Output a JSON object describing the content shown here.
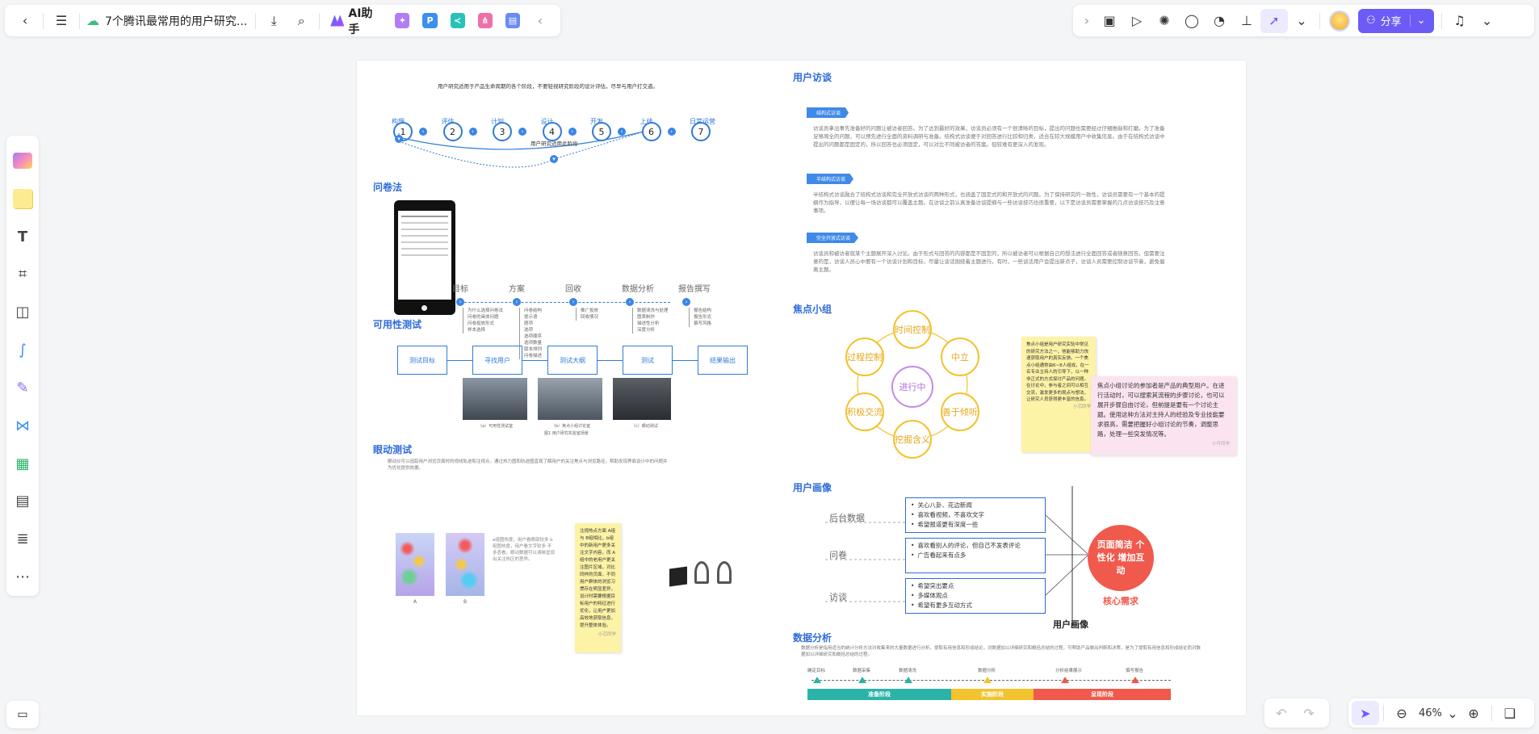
{
  "toolbar": {
    "doc_title": "7个腾讯最常用的用户研究...",
    "ai_label": "AI助手",
    "share_label": "分享",
    "zoom": "46%"
  },
  "page": {
    "intro": "用户研究适用于产品生命周期的各个阶段，不要轻视研究阶段的设计评估，尽早与用户打交道。",
    "process": {
      "steps": [
        "1",
        "2",
        "3",
        "4",
        "5",
        "6",
        "7"
      ],
      "labels": [
        "构想",
        "评估",
        "计划",
        "设计",
        "开发",
        "上线",
        "日常运营"
      ],
      "caption": "用户研究适用此阶段"
    },
    "questionnaire": {
      "title": "问卷法",
      "stages": [
        "目标",
        "方案",
        "回收",
        "数据分析",
        "报告撰写"
      ],
      "items": [
        [
          "为什么选择问卷法",
          "问卷的具体问题",
          "问卷投放形式",
          "样本选择"
        ],
        [
          "问卷结构",
          "提示语",
          "题项",
          "选项",
          "选项顺序",
          "选项数量",
          "版本排列",
          "问卷描述"
        ],
        [
          "推广投放",
          "回收情况"
        ],
        [
          "数据清洗与处理",
          "图表制作",
          "描述性分析",
          "深度分析"
        ],
        [
          "报告结构",
          "报告形式",
          "撰写风格"
        ]
      ]
    },
    "usability": {
      "title": "可用性测试",
      "steps": [
        "测试目标",
        "寻找用户",
        "测试大纲",
        "测试",
        "结果输出"
      ],
      "photo_captions": [
        "（a）可用性测试室",
        "（b）焦点小组讨论室",
        "（c）眼动测试"
      ],
      "figure_caption": "图1 用户研究实验室场景"
    },
    "eyetracking": {
      "title": "眼动测试",
      "desc": "眼动仪可以追踪用户浏览页面时的视线轨迹和注视点，通过热力图和轨迹图直观了解用户的关注焦点与浏览路径，帮助发现界面设计中的问题并为优化提供依据。",
      "side_text": "a组图热度，用户看眼部较多 b组图热度，用户看文字较多 不多查看，眼动数据可以清晰呈现出关注热区的差异。",
      "labels": [
        "A",
        "B"
      ],
      "note": "注视热点方面 A组与 B组相比，b组中的新用户更多关注文字内容，而 A组中的老用户更关注图片区域，对比同样的页面，不同用户群体的浏览习惯存在明显差异，设计时需要根据目标用户的特征进行优化，让用户更加高效地获取信息，提升整体体验。",
      "note_author": "小芯同学"
    },
    "interview": {
      "title": "用户访谈",
      "tags": [
        "结构式访谈",
        "半结构式访谈",
        "完全开放式访谈"
      ],
      "paras": [
        "访谈员拿出事先准备好的问题让被访者回答。为了达到最好的效果，访谈员必须有一个很清晰的目标，提出的问题也需要经过仔细推敲和打磨。为了准备足够周全的问题，可以预先进行全面的资料调研与准备。结构式访谈便于对回答进行比较和归类，适合在较大规模用户中收集信息。由于在结构式访谈中提出的问题都是固定的，所以回答也必须固定，可以对比不同被访者的答案。但较难有更深入的发现。",
        "半结构式访谈融合了结构式访谈和完全开放式访谈的两种形式，也涵盖了固定式的和开放式的问题。为了保持研究的一致性，访谈员需要有一个基本的提纲作为指导，以便让每一场访谈都可以覆盖主题。在访谈之前认真准备访谈提纲与一些访谈技巧也很重要，以下是访谈员需要掌握的几点访谈技巧及注意事项。",
        "访谈员和被访者就某个主题展开深入讨论。由于形式与回答的内容都是不固定的，所以被访者可以根据自己的想法进行全面回答或者随意回答。但需要注意的是，访谈人员心中要有一个访谈计划和目标，尽量让谈话围绕着主题进行。有时，一些谈话用户会提出新点子，访谈人员需要控制访谈节奏，避免偏离主题。"
      ]
    },
    "focus": {
      "title": "焦点小组",
      "center": "进行中",
      "nodes": [
        "时间控制",
        "中立",
        "善于倾听",
        "挖掘含义",
        "积极交流",
        "过程控制"
      ],
      "note_y": "焦点小组是用户研究实验中常见的研究方法之一，他能够助力快速获取用户的真实反馈。一个焦点小组通常由6~8人组成，在一名专业主持人的引导下，以一种非正式的方式探讨产品的问题。在讨论中，参与者之间可以相互交流，激发更多的观点与想法，让研究人员获得更丰富的信息。",
      "note_y_author": "小芯同学",
      "note_p": "焦点小组讨论的参加者是产品的典型用户。在进行活动时，可以搜索其流程的步骤讨论，也可以展开步骤自由讨论，但前提是要有一个讨论主题。使用这种方法对主持人的经验及专业技能要求很高，需要把握好小组讨论的节奏，调整思路，处理一些突发情况等。",
      "note_p_author": "小可同学"
    },
    "persona": {
      "title": "用户画像",
      "sources": [
        "后台数据",
        "问卷",
        "访谈"
      ],
      "groups": [
        [
          "关心八卦、花边新闻",
          "喜欢看视频，不喜欢文字",
          "希望报道更有深度一些"
        ],
        [
          "喜欢看别人的评论，但自己不发表评论",
          "广告看起来有点多"
        ],
        [
          "希望突出要点",
          "多媒体观点",
          "希望有更多互动方式"
        ]
      ],
      "result": "页面简洁 个性化 增加互动",
      "core_label": "核心需求",
      "caption": "用户画像"
    },
    "data_analysis": {
      "title": "数据分析",
      "desc": "数据分析是指用适当的统计分析方法对收集来的大量数据进行分析，提取有用信息和形成结论，对数据加以详细研究和概括总结的过程。可帮助产品做出判断和决策，是为了提取有用信息和形成结论而对数据加以详细研究和概括总结的过程。",
      "milestones": [
        "确定目标",
        "数据采集",
        "数据清洗",
        "数据分析",
        "分析结果展示",
        "撰写报告"
      ],
      "phases": [
        "准备阶段",
        "实施阶段",
        "呈现阶段"
      ]
    }
  },
  "colors": {
    "accent": "#2f6bd8",
    "share": "#6b5cf6",
    "yellow": "#f2c32e",
    "red": "#ef5a4c"
  }
}
